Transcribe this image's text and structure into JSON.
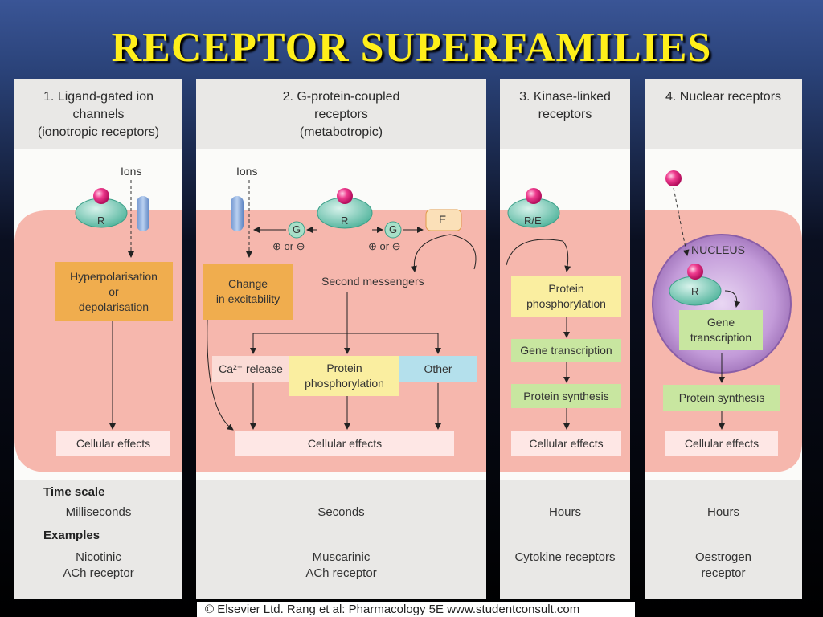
{
  "title": "RECEPTOR SUPERFAMILIES",
  "columns": [
    {
      "header": "1. Ligand-gated ion\nchannels\n(ionotropic receptors)",
      "time": "Milliseconds",
      "example": "Nicotinic\nACh receptor"
    },
    {
      "header": "2. G-protein-coupled\nreceptors\n(metabotropic)",
      "time": "Seconds",
      "example": "Muscarinic\nACh receptor"
    },
    {
      "header": "3. Kinase-linked\nreceptors",
      "time": "Hours",
      "example": "Cytokine receptors"
    },
    {
      "header": "4. Nuclear receptors",
      "time": "Hours",
      "example": "Oestrogen\nreceptor"
    }
  ],
  "row_labels": {
    "time_scale": "Time scale",
    "examples": "Examples"
  },
  "diagram": {
    "ions": "Ions",
    "receptor": "R",
    "receptor_enzyme": "R/E",
    "g_protein": "G",
    "effector": "E",
    "plus_or_minus": "⊕ or ⊖",
    "hyper": "Hyperpolarisation\nor\ndepolarisation",
    "change": "Change\nin excitability",
    "second_messengers": "Second messengers",
    "ca_release": "Ca²⁺ release",
    "protein_phos": "Protein\nphosphorylation",
    "other": "Other",
    "gene_transcription": "Gene transcription",
    "gene_transcription_2": "Gene\ntranscription",
    "protein_synthesis": "Protein synthesis",
    "cellular_effects": "Cellular effects",
    "nucleus": "NUCLEUS"
  },
  "credit": "© Elsevier Ltd. Rang et al: Pharmacology 5E www.studentconsult.com",
  "colors": {
    "title": "#ffef1a",
    "cell": "#f6b7ad",
    "ligand": "#e8167a",
    "receptor": "#6fc7b0",
    "nucleus": "#9a6db5"
  }
}
